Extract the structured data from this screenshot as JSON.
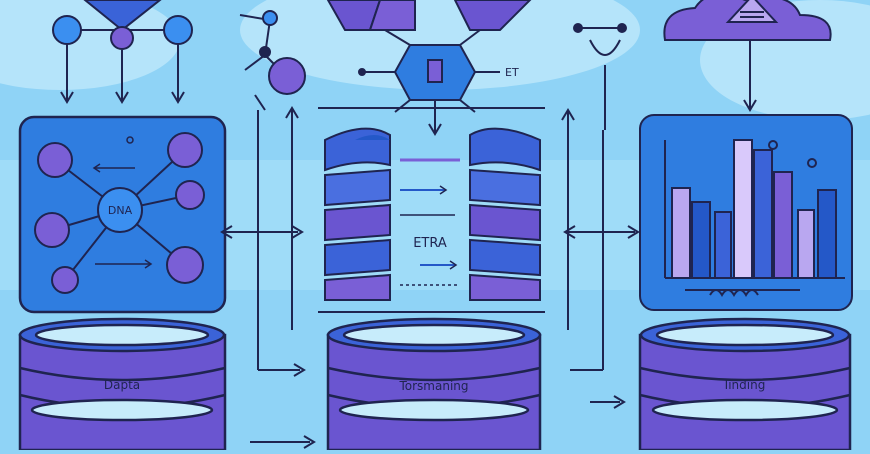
{
  "labels": {
    "center_box": "ETRA",
    "top_mid": "ET",
    "left_hub": "DNA",
    "db_left": "Dapta",
    "db_mid": "Torsmaning",
    "db_right": "Iinding"
  },
  "colors": {
    "sky": "#8fd3f6",
    "light_sky": "#b5e4fa",
    "panel_blue": "#2f7de0",
    "deep_blue": "#2458c8",
    "violet": "#7a5fd6",
    "dark_violet": "#3a2a8a",
    "lilac": "#b9a7f0",
    "navy": "#1f2450"
  },
  "icons": [
    "network-graph-icon",
    "bar-chart-icon",
    "cloud-icon",
    "database-icon",
    "arrow-icon",
    "hexagon-node-icon"
  ]
}
